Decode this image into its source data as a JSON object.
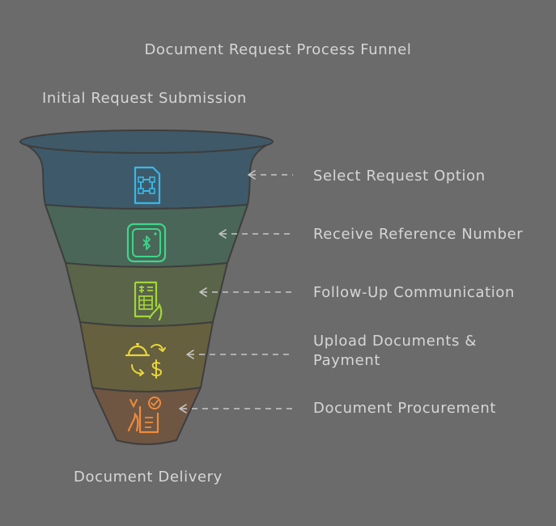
{
  "diagram": {
    "title": "Document Request Process Funnel",
    "top_label": "Initial Request Submission",
    "bottom_label": "Document Delivery",
    "stages": [
      {
        "label": "Select Request Option",
        "icon": "sim-card-icon",
        "color": "#38b8e8",
        "fill": "#3e5a6a"
      },
      {
        "label": "Receive Reference Number",
        "icon": "bluetooth-device-icon",
        "color": "#3ed68a",
        "fill": "#4a6658"
      },
      {
        "label": "Follow-Up Communication",
        "icon": "receipt-hand-icon",
        "color": "#a3d63c",
        "fill": "#5a6448"
      },
      {
        "label": "Upload Documents & Payment",
        "icon": "service-payment-icon",
        "color": "#e8d63c",
        "fill": "#66603e"
      },
      {
        "label": "Document Procurement",
        "icon": "checklist-hand-icon",
        "color": "#f08a3c",
        "fill": "#6e5642"
      }
    ]
  }
}
